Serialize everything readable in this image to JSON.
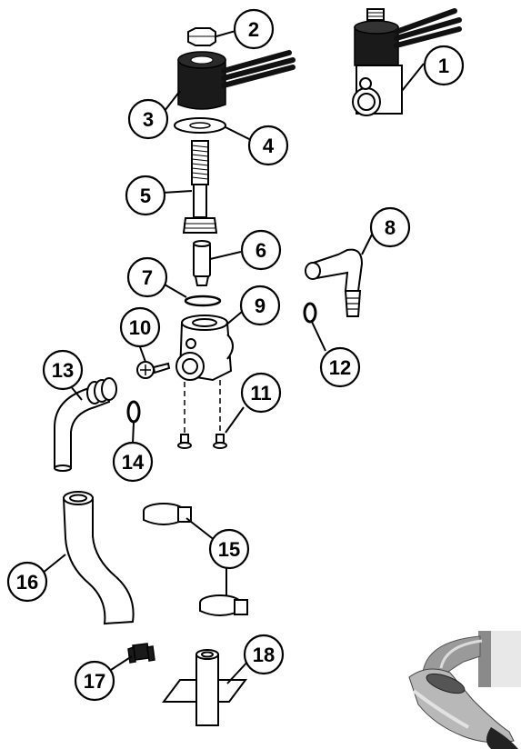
{
  "callouts": [
    {
      "id": "1",
      "label": "1"
    },
    {
      "id": "2",
      "label": "2"
    },
    {
      "id": "3",
      "label": "3"
    },
    {
      "id": "4",
      "label": "4"
    },
    {
      "id": "5",
      "label": "5"
    },
    {
      "id": "6",
      "label": "6"
    },
    {
      "id": "7",
      "label": "7"
    },
    {
      "id": "8",
      "label": "8"
    },
    {
      "id": "9",
      "label": "9"
    },
    {
      "id": "10",
      "label": "10"
    },
    {
      "id": "11",
      "label": "11"
    },
    {
      "id": "12",
      "label": "12"
    },
    {
      "id": "13",
      "label": "13"
    },
    {
      "id": "14",
      "label": "14"
    },
    {
      "id": "15",
      "label": "15"
    },
    {
      "id": "16",
      "label": "16"
    },
    {
      "id": "17",
      "label": "17"
    },
    {
      "id": "18",
      "label": "18"
    }
  ],
  "colors": {
    "line": "#000000",
    "coil": "#1a1a1a",
    "background": "#ffffff"
  }
}
